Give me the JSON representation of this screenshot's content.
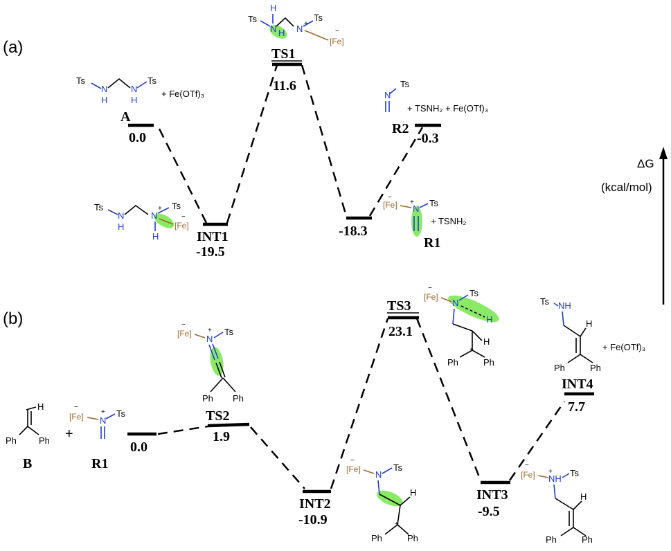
{
  "panels": [
    {
      "tag": "(a)"
    },
    {
      "tag": "(b)"
    }
  ],
  "axis": {
    "delta_g": "ΔG",
    "unit": "(kcal/mol)"
  },
  "levels_a": [
    {
      "label": "A",
      "value": "0.0"
    },
    {
      "label": "INT1",
      "value": "-19.5"
    },
    {
      "label": "TS1",
      "value": "11.6"
    },
    {
      "label": "",
      "value": "-18.3"
    },
    {
      "label": "R2",
      "value": "-0.3"
    },
    {
      "label": "R1",
      "value": ""
    }
  ],
  "levels_b": [
    {
      "label": "",
      "value": "0.0"
    },
    {
      "label": "TS2",
      "value": "1.9"
    },
    {
      "label": "INT2",
      "value": "-10.9"
    },
    {
      "label": "TS3",
      "value": "23.1"
    },
    {
      "label": "INT3",
      "value": "-9.5"
    },
    {
      "label": "INT4",
      "value": "7.7"
    }
  ],
  "species_b": [
    {
      "label": "B"
    },
    {
      "label": "R1"
    }
  ],
  "chem": {
    "ts": "Ts",
    "h": "H",
    "n": "N",
    "nh": "NH",
    "fe": "[Fe]",
    "ph": "Ph",
    "plus": "+",
    "minus": "−",
    "fe_otf3": "+ Fe(OTf)₃",
    "plus_fe_otf3": "+ Fe(OTf)₃",
    "tsnh2_fe_otf3": "+ TSNH₂ + Fe(OTf)₃",
    "tsnh2": "+ TSNH₂"
  }
}
